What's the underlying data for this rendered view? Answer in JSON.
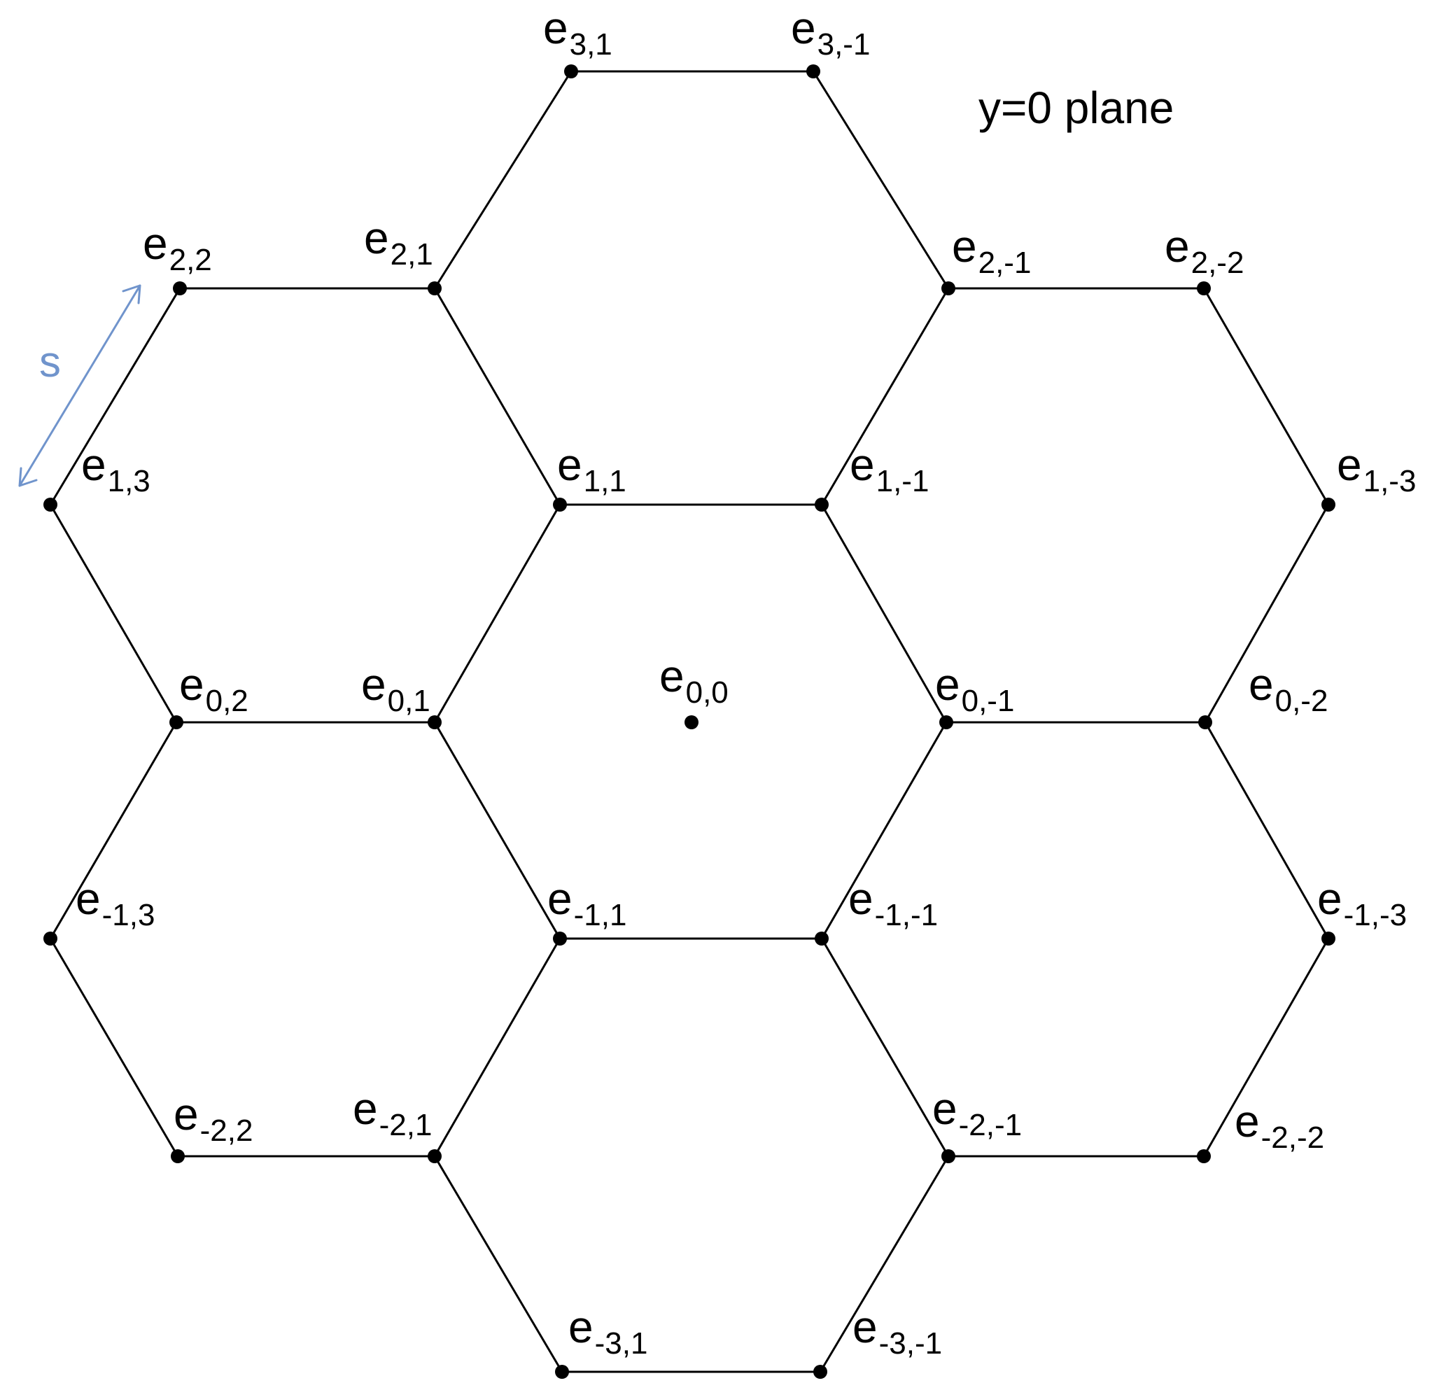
{
  "title": "y=0 plane",
  "scale_label": "s",
  "colors": {
    "line": "#000000",
    "node": "#000000",
    "scale": "#7094cc"
  },
  "nodes": [
    {
      "id": "3,1",
      "base": "e",
      "sub": "3,1"
    },
    {
      "id": "3,-1",
      "base": "e",
      "sub": "3,-1"
    },
    {
      "id": "2,2",
      "base": "e",
      "sub": "2,2"
    },
    {
      "id": "2,1",
      "base": "e",
      "sub": "2,1"
    },
    {
      "id": "2,-1",
      "base": "e",
      "sub": "2,-1"
    },
    {
      "id": "2,-2",
      "base": "e",
      "sub": "2,-2"
    },
    {
      "id": "1,3",
      "base": "e",
      "sub": "1,3"
    },
    {
      "id": "1,1",
      "base": "e",
      "sub": "1,1"
    },
    {
      "id": "1,-1",
      "base": "e",
      "sub": "1,-1"
    },
    {
      "id": "1,-3",
      "base": "e",
      "sub": "1,-3"
    },
    {
      "id": "0,2",
      "base": "e",
      "sub": "0,2"
    },
    {
      "id": "0,1",
      "base": "e",
      "sub": "0,1"
    },
    {
      "id": "0,0",
      "base": "e",
      "sub": "0,0"
    },
    {
      "id": "0,-1",
      "base": "e",
      "sub": "0,-1"
    },
    {
      "id": "0,-2",
      "base": "e",
      "sub": "0,-2"
    },
    {
      "id": "-1,3",
      "base": "e",
      "sub": "-1,3"
    },
    {
      "id": "-1,1",
      "base": "e",
      "sub": "-1,1"
    },
    {
      "id": "-1,-1",
      "base": "e",
      "sub": "-1,-1"
    },
    {
      "id": "-1,-3",
      "base": "e",
      "sub": "-1,-3"
    },
    {
      "id": "-2,2",
      "base": "e",
      "sub": "-2,2"
    },
    {
      "id": "-2,1",
      "base": "e",
      "sub": "-2,1"
    },
    {
      "id": "-2,-1",
      "base": "e",
      "sub": "-2,-1"
    },
    {
      "id": "-2,-2",
      "base": "e",
      "sub": "-2,-2"
    },
    {
      "id": "-3,1",
      "base": "e",
      "sub": "-3,1"
    },
    {
      "id": "-3,-1",
      "base": "e",
      "sub": "-3,-1"
    }
  ],
  "edges": [
    [
      "3,1",
      "3,-1"
    ],
    [
      "3,1",
      "2,1"
    ],
    [
      "3,-1",
      "2,-1"
    ],
    [
      "2,2",
      "2,1"
    ],
    [
      "2,-1",
      "2,-2"
    ],
    [
      "2,2",
      "1,3"
    ],
    [
      "2,1",
      "1,1"
    ],
    [
      "2,-1",
      "1,-1"
    ],
    [
      "2,-2",
      "1,-3"
    ],
    [
      "1,1",
      "1,-1"
    ],
    [
      "1,3",
      "0,2"
    ],
    [
      "1,1",
      "0,1"
    ],
    [
      "1,-1",
      "0,-1"
    ],
    [
      "1,-3",
      "0,-2"
    ],
    [
      "0,2",
      "0,1"
    ],
    [
      "0,-1",
      "0,-2"
    ],
    [
      "0,2",
      "-1,3"
    ],
    [
      "0,1",
      "-1,1"
    ],
    [
      "0,-1",
      "-1,-1"
    ],
    [
      "0,-2",
      "-1,-3"
    ],
    [
      "-1,1",
      "-1,-1"
    ],
    [
      "-1,3",
      "-2,2"
    ],
    [
      "-1,1",
      "-2,1"
    ],
    [
      "-1,-1",
      "-2,-1"
    ],
    [
      "-1,-3",
      "-2,-2"
    ],
    [
      "-2,2",
      "-2,1"
    ],
    [
      "-2,-1",
      "-2,-2"
    ],
    [
      "-2,1",
      "-3,1"
    ],
    [
      "-2,-1",
      "-3,-1"
    ],
    [
      "-3,1",
      "-3,-1"
    ]
  ]
}
